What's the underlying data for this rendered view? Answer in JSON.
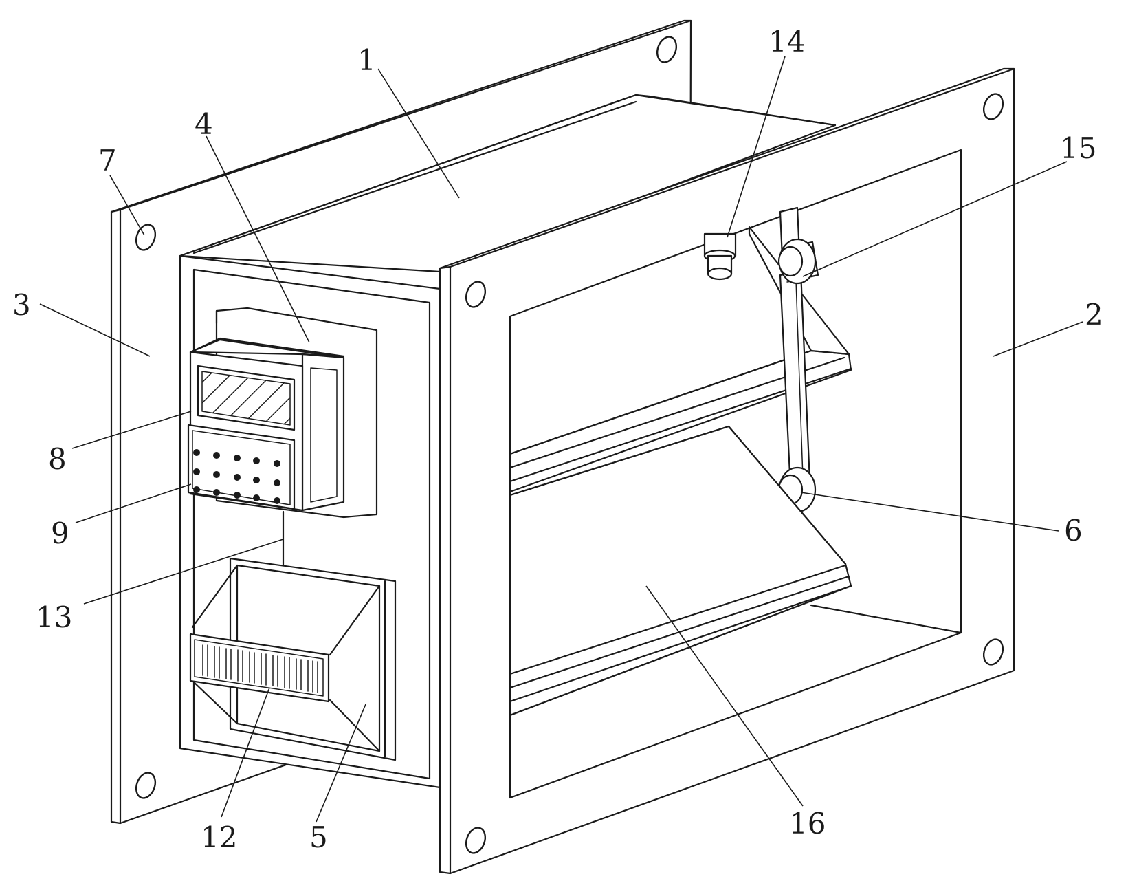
{
  "figure": {
    "callouts": [
      {
        "id": "1",
        "text": "1"
      },
      {
        "id": "2",
        "text": "2"
      },
      {
        "id": "3",
        "text": "3"
      },
      {
        "id": "4",
        "text": "4"
      },
      {
        "id": "5",
        "text": "5"
      },
      {
        "id": "6",
        "text": "6"
      },
      {
        "id": "7",
        "text": "7"
      },
      {
        "id": "8",
        "text": "8"
      },
      {
        "id": "9",
        "text": "9"
      },
      {
        "id": "12",
        "text": "12"
      },
      {
        "id": "13",
        "text": "13"
      },
      {
        "id": "14",
        "text": "14"
      },
      {
        "id": "15",
        "text": "15"
      },
      {
        "id": "16",
        "text": "16"
      }
    ],
    "line_color": "#1a1a1a",
    "background_color": "#ffffff"
  }
}
